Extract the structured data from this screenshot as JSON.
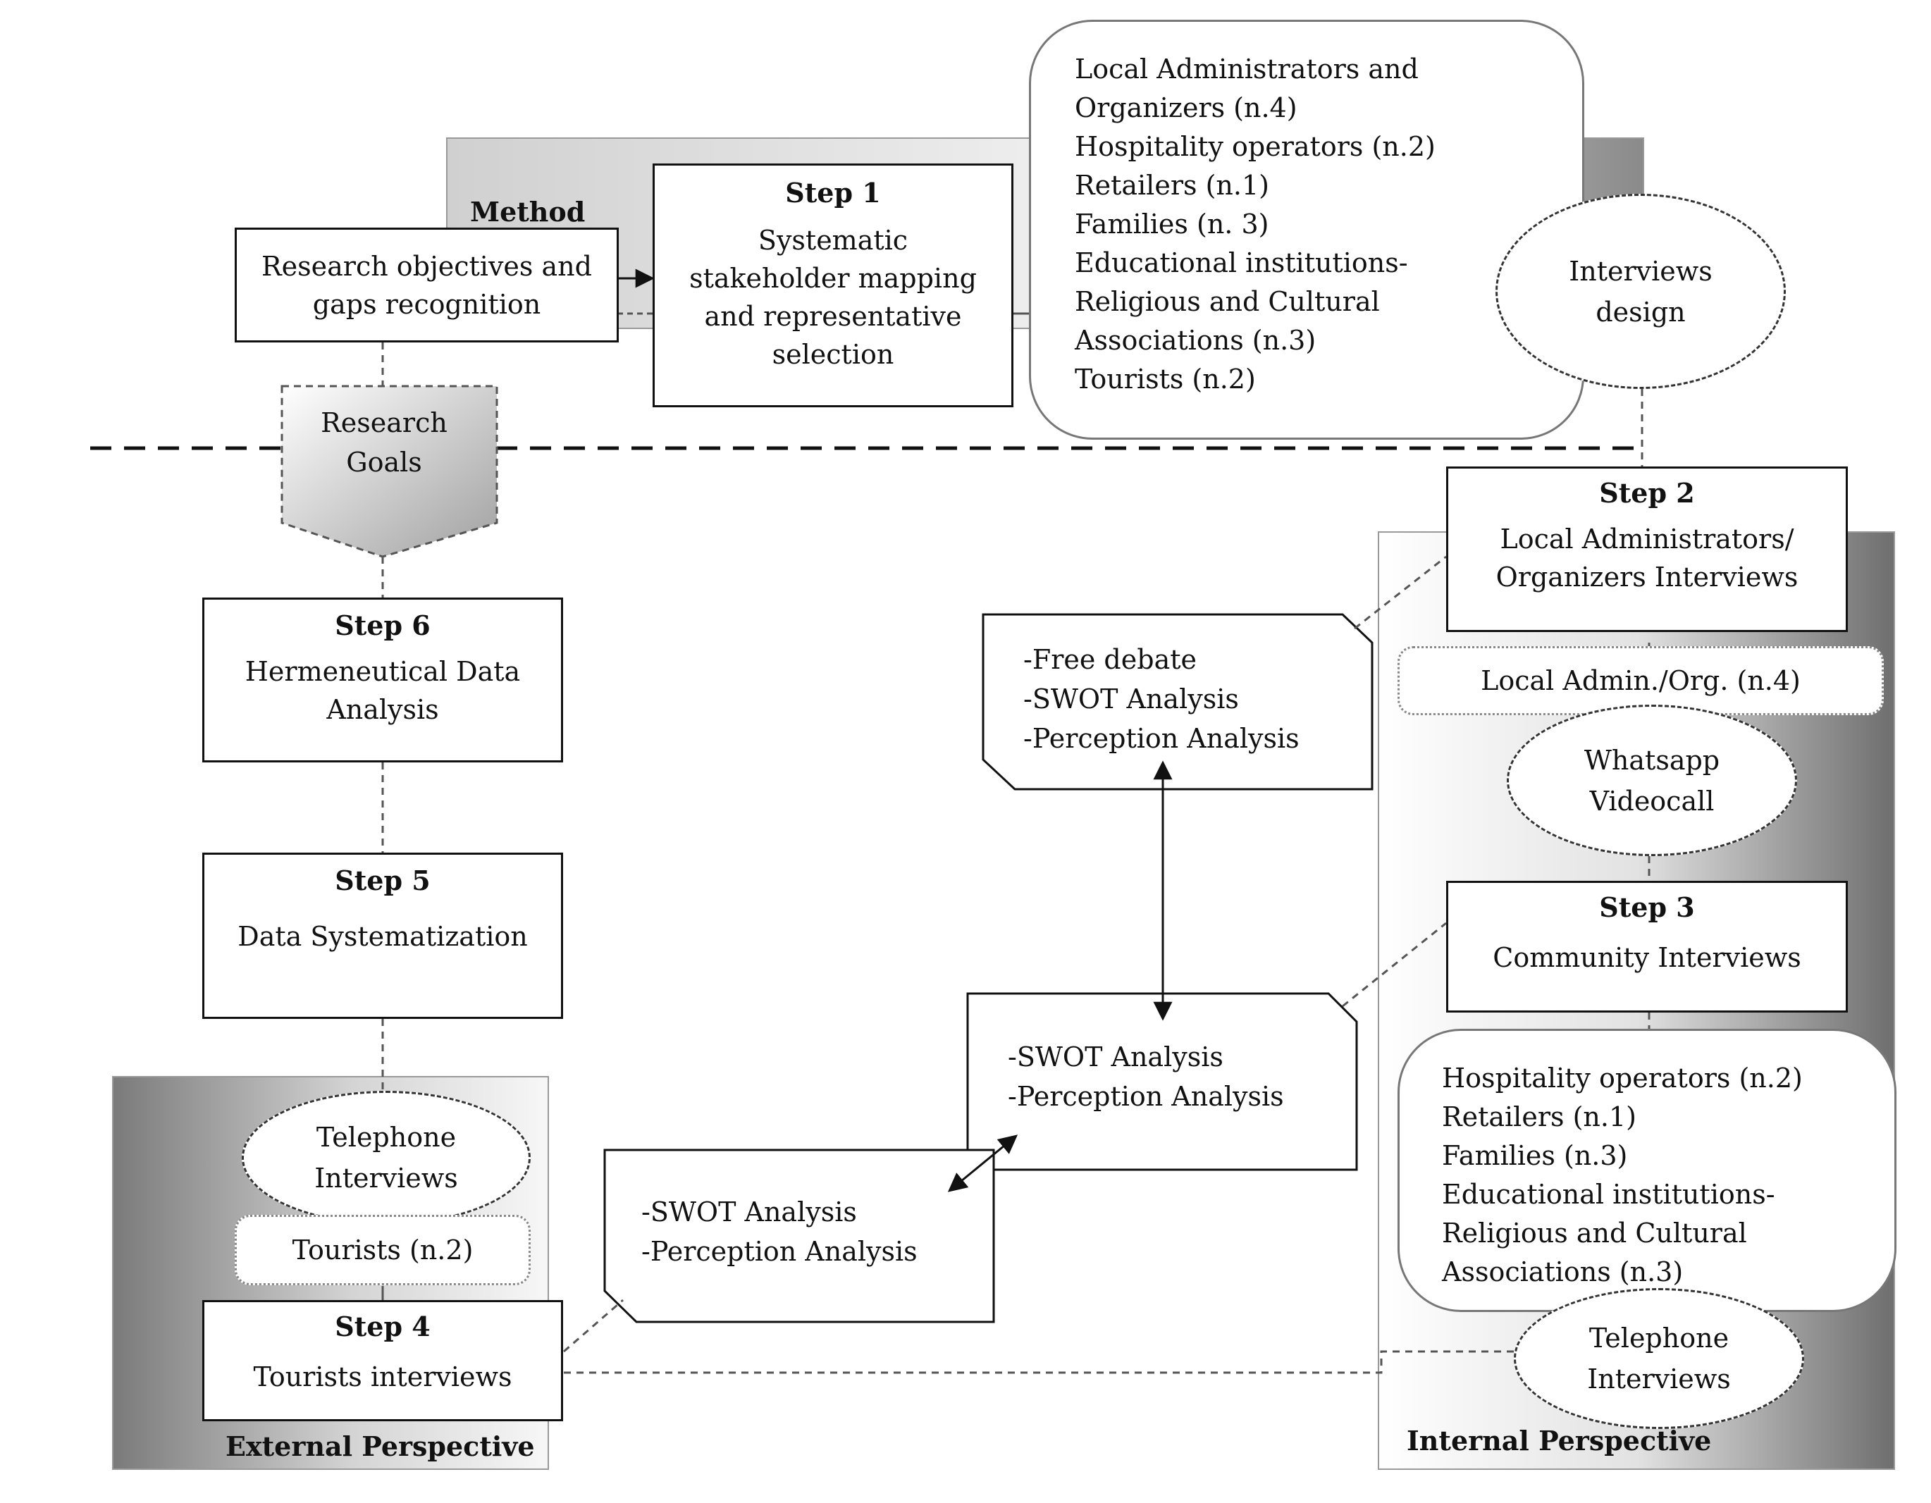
{
  "sections": {
    "method": "Method",
    "external": "External Perspective",
    "internal": "Internal Perspective"
  },
  "research_objectives": [
    "Research objectives and",
    "gaps recognition"
  ],
  "research_goals": [
    "Research",
    "Goals"
  ],
  "step1": {
    "title": "Step 1",
    "lines": [
      "Systematic",
      "stakeholder mapping",
      "and representative",
      "selection"
    ]
  },
  "stakeholders": [
    "Local Administrators and",
    "Organizers (n.4)",
    "Hospitality operators (n.2)",
    "Retailers (n.1)",
    "Families (n. 3)",
    "Educational institutions-",
    "Religious and Cultural",
    "Associations (n.3)",
    "Tourists (n.2)"
  ],
  "interviews_design": [
    "Interviews",
    "design"
  ],
  "step2": {
    "title": "Step 2",
    "lines": [
      "Local Administrators/",
      "Organizers Interviews"
    ]
  },
  "local_admin_pill": "Local Admin./Org. (n.4)",
  "whatsapp": [
    "Whatsapp",
    "Videocall"
  ],
  "step3": {
    "title": "Step 3",
    "lines": [
      "Community Interviews"
    ]
  },
  "community_list": [
    "Hospitality operators (n.2)",
    "Retailers (n.1)",
    "Families (n.3)",
    "Educational institutions-",
    "Religious and Cultural",
    "Associations (n.3)"
  ],
  "telephone_internal": [
    "Telephone",
    "Interviews"
  ],
  "telephone_external": [
    "Telephone",
    "Interviews"
  ],
  "tourists_pill": "Tourists (n.2)",
  "step4": {
    "title": "Step 4",
    "lines": [
      "Tourists interviews"
    ]
  },
  "step5": {
    "title": "Step 5",
    "lines": [
      "Data Systematization"
    ]
  },
  "step6": {
    "title": "Step 6",
    "lines": [
      "Hermeneutical Data",
      "Analysis"
    ]
  },
  "note_admin": [
    "-Free debate",
    "-SWOT Analysis",
    "-Perception Analysis"
  ],
  "note_community": [
    "-SWOT Analysis",
    "-Perception Analysis"
  ],
  "note_tourists": [
    "-SWOT Analysis",
    "-Perception Analysis"
  ]
}
